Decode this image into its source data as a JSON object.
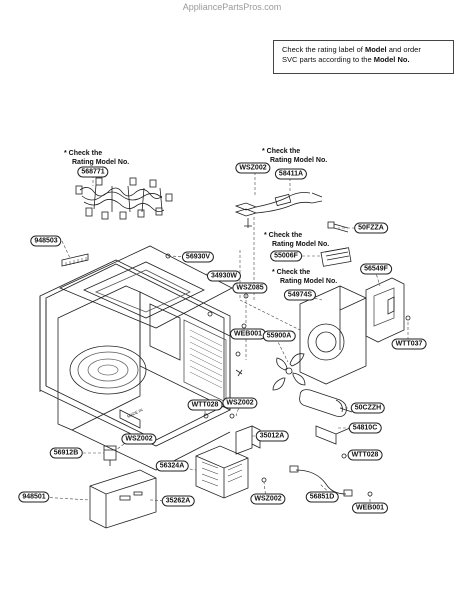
{
  "watermark": "AppliancePartsPros.com",
  "notice": {
    "line1_pre": "Check the rating label of ",
    "line1_bold": "Model",
    "line1_post": " and order",
    "line2_pre": "SVC parts according to the ",
    "line2_bold": "Model No."
  },
  "check_note": {
    "line1": "* Check the",
    "line2": "Rating Model No."
  },
  "parts": {
    "p568771": "568771",
    "pWSZ002": "WSZ002",
    "p58411A": "58411A",
    "p50FZZA": "50FZZA",
    "p55006F": "55006F",
    "p54974S": "54974S",
    "p56549F": "56549F",
    "pWTT037": "WTT037",
    "p948503": "948503",
    "p56930V": "56930V",
    "p34930W": "34930W",
    "pWSZ085": "WSZ085",
    "pWEB001": "WEB001",
    "p55900A": "55900A",
    "p50CZZH": "50CZZH",
    "pWTT028": "WTT028",
    "p35012A": "35012A",
    "p54810C": "54810C",
    "pWTT028b": "WTT028",
    "p56912B": "56912B",
    "p56324A": "56324A",
    "p948501": "948501",
    "p35262A": "35262A",
    "p56851D": "56851D",
    "pWEB001b": "WEB001"
  }
}
